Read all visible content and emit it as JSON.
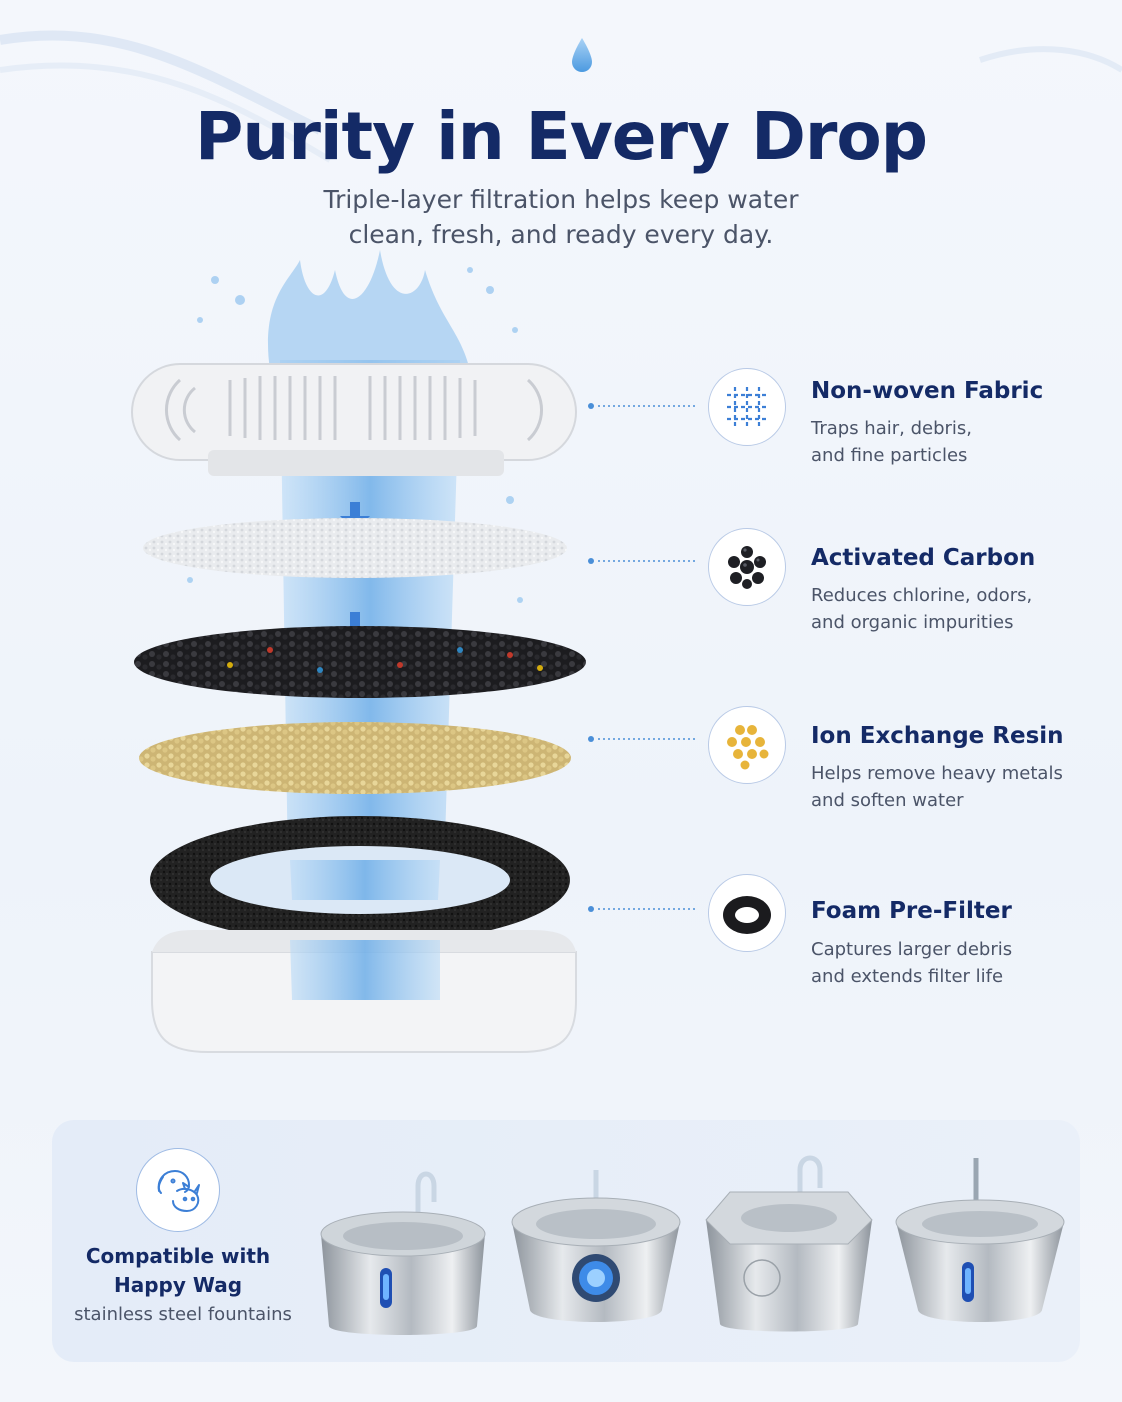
{
  "header": {
    "title": "Purity in Every Drop",
    "subtitle_line1": "Triple-layer filtration helps keep water",
    "subtitle_line2": "clean, fresh, and ready every day."
  },
  "layers": [
    {
      "title": "Non-woven Fabric",
      "desc_line1": "Traps hair, debris,",
      "desc_line2": "and fine particles",
      "icon": "fabric-icon"
    },
    {
      "title": "Activated Carbon",
      "desc_line1": "Reduces chlorine, odors,",
      "desc_line2": "and organic impurities",
      "icon": "carbon-icon"
    },
    {
      "title": "Ion Exchange Resin",
      "desc_line1": "Helps remove heavy metals",
      "desc_line2": "and soften water",
      "icon": "resin-icon"
    },
    {
      "title": "Foam Pre-Filter",
      "desc_line1": "Captures larger debris",
      "desc_line2": "and extends filter life",
      "icon": "foam-icon"
    }
  ],
  "compatibility": {
    "title_line1": "Compatible with",
    "title_line2": "Happy Wag",
    "subtitle": "stainless steel fountains",
    "icon": "pet-icon"
  },
  "colors": {
    "accent": "#142a66",
    "water": "#7fb6e8",
    "connector": "#4a8fd8"
  }
}
